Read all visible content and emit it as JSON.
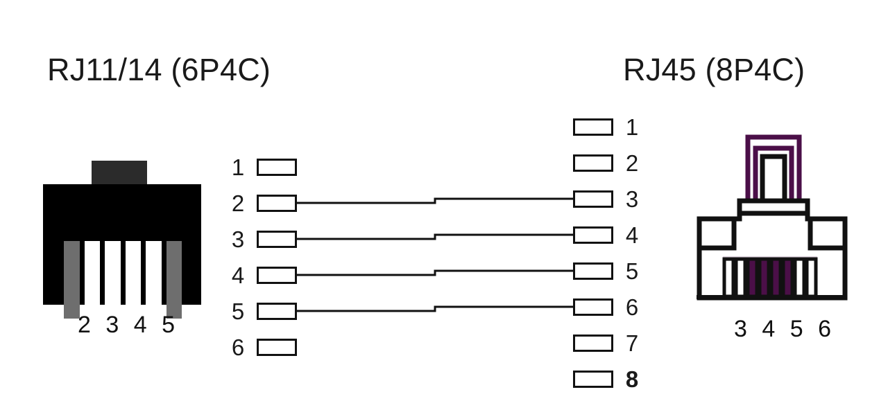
{
  "diagram": {
    "kind": "wiring-pinout",
    "left_title": "RJ11/14 (6P4C)",
    "right_title": "RJ45 (8P4C)",
    "left_connector": {
      "name": "rj11-jack",
      "style": "black-jack",
      "total_positions": 6,
      "active_positions": [
        2,
        3,
        4,
        5
      ],
      "inactive_positions": [
        1,
        6
      ],
      "caption": "2 3 4 5",
      "colors": {
        "body": "#000000",
        "tab": "#2b2b2b",
        "contact_active": "#ffffff",
        "contact_inactive": "#6e6e6e"
      }
    },
    "right_connector": {
      "name": "rj45-plug",
      "style": "outline-plug",
      "total_positions": 8,
      "active_positions": [
        3,
        4,
        5,
        6
      ],
      "inactive_positions": [
        1,
        2,
        7,
        8
      ],
      "caption": "3 4 5 6",
      "colors": {
        "outline": "#111111",
        "accent": "#4b0f48",
        "body": "#ffffff"
      }
    },
    "left_pins": [
      {
        "number": "1",
        "connected": false
      },
      {
        "number": "2",
        "connected": true
      },
      {
        "number": "3",
        "connected": true
      },
      {
        "number": "4",
        "connected": true
      },
      {
        "number": "5",
        "connected": true
      },
      {
        "number": "6",
        "connected": false
      }
    ],
    "right_pins": [
      {
        "number": "1",
        "connected": false,
        "bold": false
      },
      {
        "number": "2",
        "connected": false,
        "bold": false
      },
      {
        "number": "3",
        "connected": true,
        "bold": false
      },
      {
        "number": "4",
        "connected": true,
        "bold": false
      },
      {
        "number": "5",
        "connected": true,
        "bold": false
      },
      {
        "number": "6",
        "connected": true,
        "bold": false
      },
      {
        "number": "7",
        "connected": false,
        "bold": false
      },
      {
        "number": "8",
        "connected": false,
        "bold": true
      }
    ],
    "connections": [
      {
        "from": "2",
        "to": "3"
      },
      {
        "from": "3",
        "to": "4"
      },
      {
        "from": "4",
        "to": "5"
      },
      {
        "from": "5",
        "to": "6"
      }
    ]
  }
}
